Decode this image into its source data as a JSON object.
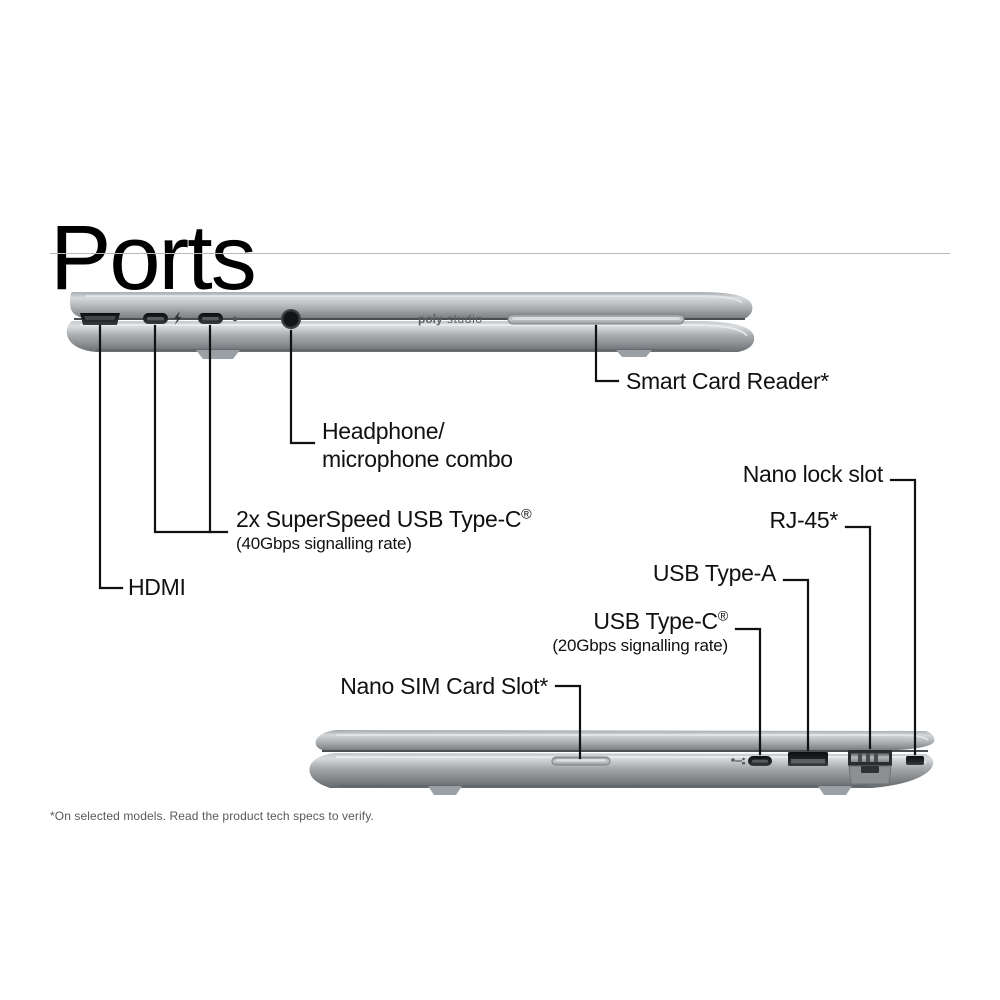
{
  "page": {
    "title": "Ports",
    "footnote": "*On selected models. Read the product tech specs to verify."
  },
  "device": {
    "brand_mark": "poly studio"
  },
  "callouts": [
    {
      "id": "hdmi",
      "label": "HDMI",
      "sub": ""
    },
    {
      "id": "usb-c-40",
      "label": "2x SuperSpeed USB Type-C",
      "sub": "(40Gbps signalling rate)",
      "registered": true
    },
    {
      "id": "headphone",
      "label": "Headphone/",
      "line2": "microphone combo"
    },
    {
      "id": "smart-card-reader",
      "label": "Smart Card Reader*",
      "sub": ""
    },
    {
      "id": "nano-sim",
      "label": "Nano SIM Card Slot*",
      "sub": ""
    },
    {
      "id": "usb-c-20",
      "label": "USB Type-C",
      "sub": "(20Gbps signalling rate)",
      "registered": true
    },
    {
      "id": "usb-a",
      "label": "USB Type-A",
      "sub": ""
    },
    {
      "id": "rj45",
      "label": "RJ-45*",
      "sub": ""
    },
    {
      "id": "nano-lock",
      "label": "Nano lock slot",
      "sub": ""
    }
  ],
  "ports": {
    "top_edge": [
      "hdmi-port",
      "usb-c-thunderbolt-port",
      "thunderbolt-icon",
      "usb-c-thunderbolt-port",
      "status-led",
      "headphone-jack",
      "smart-card-reader-slot"
    ],
    "bottom_edge": [
      "nano-sim-tray",
      "usb-c-icon",
      "usb-c-port",
      "usb-a-port",
      "rj45-port",
      "nano-lock-slot"
    ]
  },
  "colors": {
    "body_light": "#cfd2d4",
    "body_mid": "#9b9fa3",
    "body_dark": "#6e7174",
    "port_dark": "#1b1d1f",
    "leader_line": "#111111",
    "rule": "#b9b9b9",
    "footnote_text": "#58595b"
  }
}
